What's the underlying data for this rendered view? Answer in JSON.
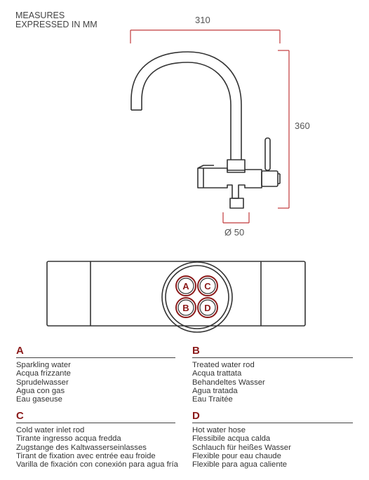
{
  "header": {
    "measures_line1": "MEASURES",
    "measures_line2": "EXPRESSED IN MM"
  },
  "dimensions": {
    "width": "310",
    "height": "360",
    "diameter": "Ø 50"
  },
  "buttons": {
    "a": "A",
    "b": "B",
    "c": "C",
    "d": "D"
  },
  "legend": {
    "a": {
      "letter": "A",
      "lines": [
        "Sparkling water",
        "Acqua frizzante",
        "Sprudelwasser",
        "Agua con gas",
        "Eau gaseuse"
      ]
    },
    "b": {
      "letter": "B",
      "lines": [
        "Treated water rod",
        "Acqua trattata",
        "Behandeltes Wasser",
        "Agua tratada",
        "Eau Traitée"
      ]
    },
    "c": {
      "letter": "C",
      "lines": [
        "Cold water inlet rod",
        "Tirante ingresso acqua fredda",
        "Zugstange des Kaltwasserseinlasses",
        "Tirant de fixation avec entrée eau froide",
        "Varilla de fixación con conexión para agua fría"
      ]
    },
    "d": {
      "letter": "D",
      "lines": [
        "Hot water hose",
        "Flessibile acqua calda",
        "Schlauch für heißes Wasser",
        "Flexible pour eau chaude",
        "Flexible para agua caliente"
      ]
    }
  },
  "colors": {
    "accent": "#8b1a1a",
    "dimension_line": "#c0393b",
    "outline": "#333333"
  }
}
